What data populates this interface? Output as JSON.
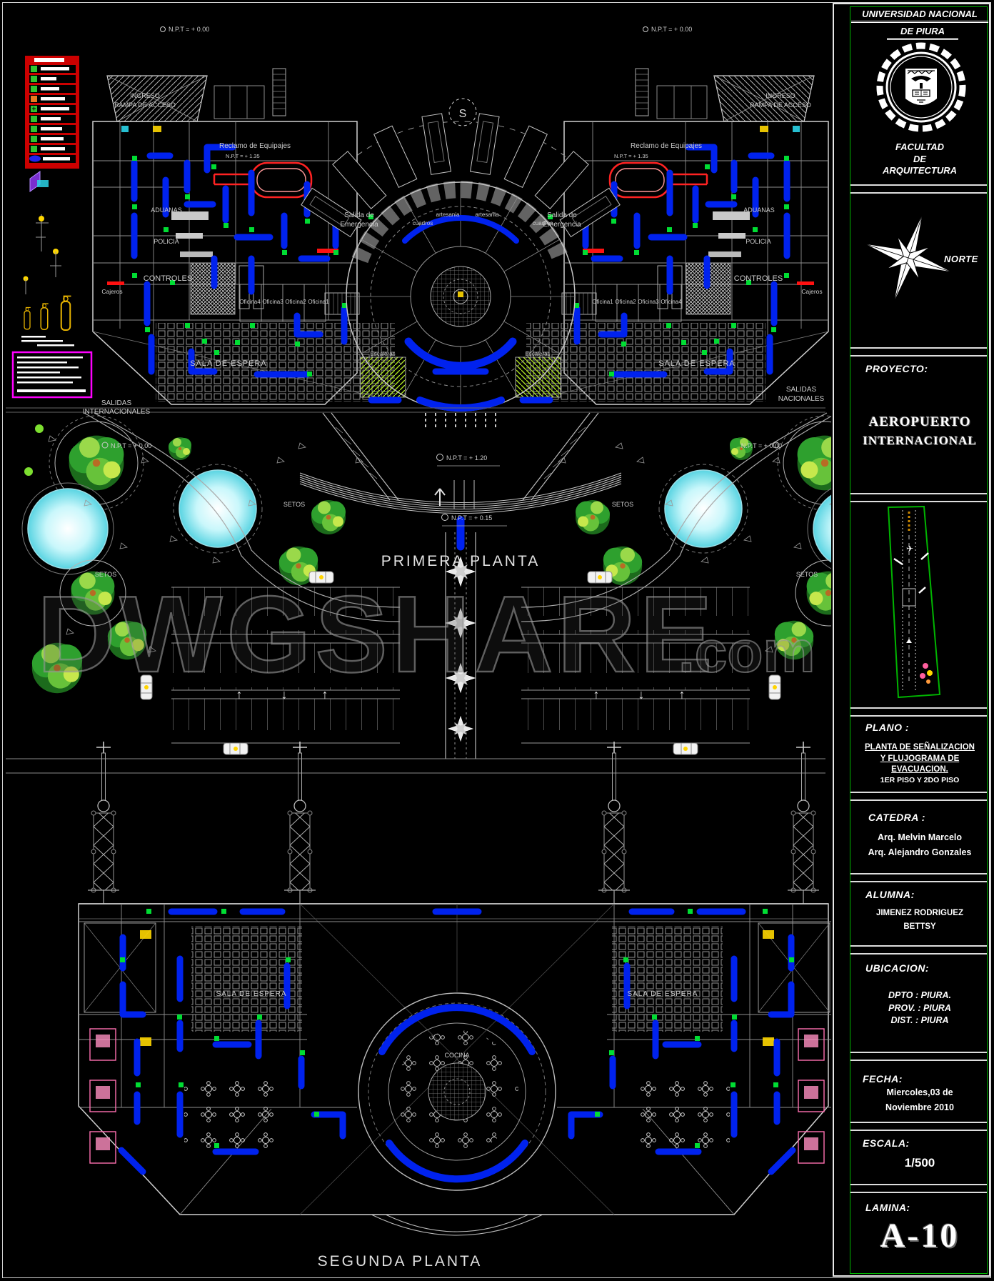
{
  "sheet": {
    "background": "#000000"
  },
  "watermark": {
    "text": "DWGSHARE",
    "suffix": ".com"
  },
  "title_block": {
    "university_line1": "UNIVERSIDAD NACIONAL",
    "university_line2": "DE PIURA",
    "faculty_line1": "FACULTAD",
    "faculty_line2": "DE",
    "faculty_line3": "ARQUITECTURA",
    "norte_label": "NORTE",
    "proyecto_label": "PROYECTO:",
    "proyecto_name_line1": "AEROPUERTO",
    "proyecto_name_line2": "INTERNACIONAL",
    "plano_label": "PLANO :",
    "plano_line1": "PLANTA DE SEÑALIZACION",
    "plano_line2": "Y FLUJOGRAMA DE",
    "plano_line3": "EVACUACION.",
    "plano_line4": "1ER PISO Y 2DO PISO",
    "catedra_label": "CATEDRA :",
    "catedra_name1": "Arq. Melvin Marcelo",
    "catedra_name2": "Arq. Alejandro Gonzales",
    "alumna_label": "ALUMNA:",
    "alumna_name1": "JIMENEZ RODRIGUEZ",
    "alumna_name2": "BETTSY",
    "ubicacion_label": "UBICACION:",
    "ubicacion_dpto": "DPTO : PIURA.",
    "ubicacion_prov": "PROV. : PIURA",
    "ubicacion_dist": "DIST. : PIURA",
    "fecha_label": "FECHA:",
    "fecha_line1": "Miercoles,03 de",
    "fecha_line2": "Noviembre 2010",
    "escala_label": "ESCALA:",
    "escala_value": "1/500",
    "lamina_label": "LAMINA:",
    "lamina_value": "A-10"
  },
  "plan_primera": {
    "title": "PRIMERA PLANTA",
    "npt_000": "N.P.T = + 0.00",
    "npt_135": "N.P.T = + 1.35",
    "ingreso_line1": "INGRESO",
    "ingreso_line2": "RAMPA DE ACCESO",
    "reclamo": "Reclamo de Equipajes",
    "salida_line1": "Salida de",
    "salida_line2": "Emergencia",
    "aduanas": "ADUANAS",
    "policia": "POLICIA",
    "controles": "CONTROLES",
    "cajeros": "Cajeros",
    "oficina1": "Oficina1",
    "oficina2": "Oficina2",
    "oficina3": "Oficina3",
    "oficina4": "Oficina4",
    "sala_espera": "SALA DE ESPERA",
    "salidas_internacionales_line1": "SALIDAS",
    "salidas_internacionales_line2": "INTERNACIONALES",
    "salidas_nacionales_line1": "SALIDAS",
    "salidas_nacionales_line2": "NACIONALES",
    "cuadros": "cuadros",
    "artesania": "artesania",
    "escaleras": "Escaleras",
    "s_marker": "S"
  },
  "plan_site": {
    "setos": "SETOS",
    "npt_000": "N.P.T = + 0.00",
    "npt_120": "N.P.T = + 1.20",
    "npt_015": "N.P.T = + 0.15"
  },
  "plan_segunda": {
    "title": "SEGUNDA PLANTA",
    "sala_espera": "SALA DE ESPERA",
    "cocina": "COCINA"
  },
  "colors": {
    "flow_arrow_blue": "#0022ee",
    "exit_sign_green": "#00dd33",
    "alarm_red": "#ff1111",
    "note_box_magenta": "#ff00ff",
    "pool_cyan": "#8feef6",
    "tree_green": "#2e9e2e",
    "accent_yellow": "#ffd700",
    "border_green": "#00b400",
    "pink_room": "#ff6fb0",
    "line_gray": "#d0d0d0",
    "watermark_gray": "#8a8a8a"
  }
}
